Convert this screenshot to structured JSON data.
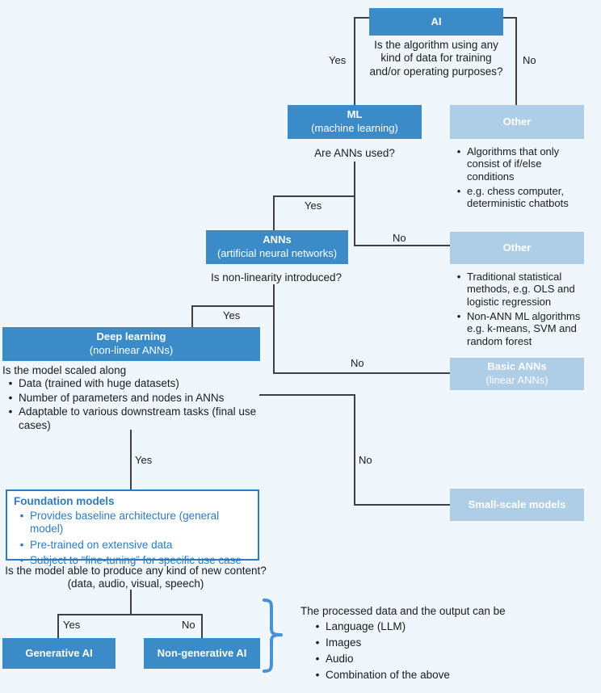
{
  "colors": {
    "background": "#eff7fc",
    "node_blue": "#3a8bc8",
    "node_light_blue": "#aecde6",
    "line_gray": "#404040",
    "foundation_blue": "#2e7cc0",
    "bracket_blue": "#4a90d9"
  },
  "labels": {
    "yes": "Yes",
    "no": "No"
  },
  "nodes": {
    "ai": {
      "title": "AI"
    },
    "ml": {
      "title": "ML",
      "subtitle": "(machine learning)"
    },
    "other1": {
      "title": "Other",
      "bullets": [
        "Algorithms that only consist of if/else conditions",
        "e.g. chess computer, deterministic chatbots"
      ]
    },
    "anns": {
      "title": "ANNs",
      "subtitle": "(artificial neural networks)"
    },
    "other2": {
      "title": "Other",
      "bullets": [
        "Traditional statistical methods, e.g. OLS and logistic regression",
        "Non-ANN ML algorithms e.g. k-means, SVM and random forest"
      ]
    },
    "deep_learning": {
      "title": "Deep learning",
      "subtitle": "(non-linear ANNs)"
    },
    "basic_anns": {
      "title": "Basic ANNs",
      "subtitle": "(linear ANNs)"
    },
    "foundation": {
      "title": "Foundation models",
      "bullets": [
        "Provides baseline architecture (general model)",
        "Pre-trained on extensive data",
        "Subject to “fine-tuning” for specific use case"
      ]
    },
    "small_scale": {
      "title": "Small-scale models"
    },
    "generative": {
      "title": "Generative AI"
    },
    "non_generative": {
      "title": "Non-generative AI"
    }
  },
  "questions": {
    "q1": "Is the algorithm using any kind of data for training and/or operating purposes?",
    "q2": "Are ANNs used?",
    "q3": "Is non-linearity introduced?",
    "q4_intro": "Is the model scaled along",
    "q4_bullets": [
      "Data (trained with huge datasets)",
      "Number of parameters and nodes in ANNs",
      "Adaptable to various downstream tasks (final use cases)"
    ],
    "q5_line1": "Is the model able to produce any kind of new content?",
    "q5_line2": "(data, audio, visual, speech)"
  },
  "output_note": {
    "title": "The processed data and the output can be",
    "bullets": [
      "Language (LLM)",
      "Images",
      "Audio",
      "Combination of the above"
    ]
  }
}
